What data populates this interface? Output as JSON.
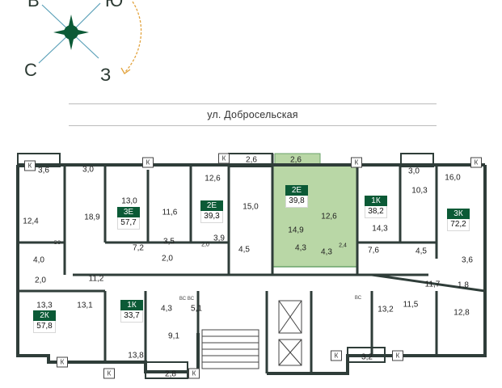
{
  "compass": {
    "letters": {
      "c": "С",
      "z": "З",
      "yu": "Ю",
      "v": "В"
    }
  },
  "street": {
    "name": "ул. Добросельская"
  },
  "colors": {
    "wall": "#2f3d39",
    "highlight": "#b9d7a6",
    "highlight_border": "#6ba36a",
    "tag": "#0b5a36",
    "compass": "#0b5a36",
    "arrow": "#e2a33e"
  },
  "legend_markers": {
    "balcony": "К",
    "bathroom": "ВС"
  },
  "apartments": [
    {
      "id": "3e",
      "code": "3Е",
      "total": "57,7"
    },
    {
      "id": "2e-left",
      "code": "2Е",
      "total": "39,3"
    },
    {
      "id": "2e-selected",
      "code": "2Е",
      "total": "39,8",
      "selected": true
    },
    {
      "id": "1k-top",
      "code": "1К",
      "total": "38,2"
    },
    {
      "id": "3k",
      "code": "3К",
      "total": "72,2"
    },
    {
      "id": "2k",
      "code": "2К",
      "total": "57,8"
    },
    {
      "id": "1k-bottom",
      "code": "1К",
      "total": "33,7"
    }
  ],
  "room_areas": [
    "3,6",
    "3,0",
    "12,4",
    "18,9",
    "13,0",
    "11,6",
    "12,6",
    "2,6",
    "2,6",
    "15,0",
    "3,0",
    "16,0",
    "10,3",
    "12,6",
    "14,9",
    "14,3",
    "4,0",
    "7,2",
    "3,5",
    "2,0",
    "2,0",
    "3,9",
    "4,5",
    "4,3",
    "4,3",
    "2,4",
    "7,6",
    "4,5",
    "3,6",
    "2,0",
    "11,2",
    "11,7",
    "1,8",
    "13,3",
    "13,1",
    "4,3",
    "5,1",
    "13,2",
    "11,5",
    "12,8",
    "9,1",
    "13,8",
    "2,8",
    "3,2"
  ]
}
